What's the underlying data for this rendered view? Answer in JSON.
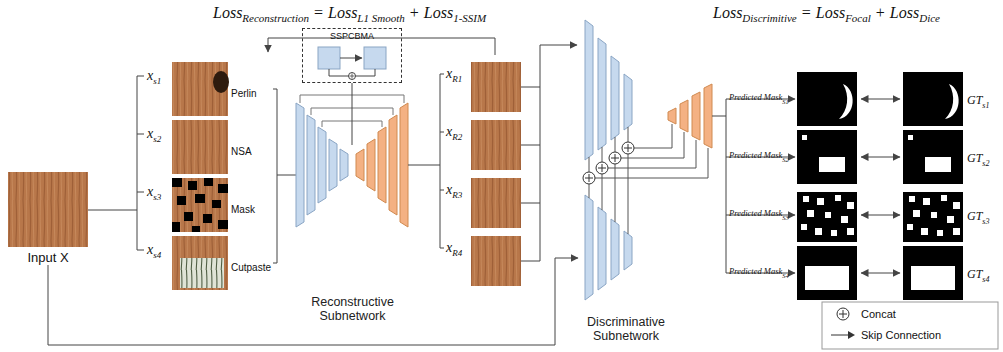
{
  "diagram": {
    "nodes": [
      {
        "text": [
          "Input X"
        ]
      },
      {
        "text": [
          "SSPCBMA"
        ]
      },
      {
        "text": [
          "Reconstructive Subnetwork"
        ]
      },
      {
        "text": [
          "Discriminative Subnetwork"
        ]
      }
    ],
    "edges": [
      {
        "from": 0,
        "to": 3,
        "arrow": "to"
      },
      {
        "from": 1,
        "to": 2,
        "arrow": "none"
      }
    ],
    "labels": [
      "Loss",
      "Reconstruction",
      "=",
      "Loss",
      "L1 Smooth",
      "+",
      "Loss",
      "1-SSIM",
      "Loss",
      "Discrimitive",
      "=",
      "Loss",
      "Focal",
      "+",
      "Loss",
      "Dice",
      "x",
      "s1",
      "x",
      "s2",
      "x",
      "s3",
      "x",
      "s4",
      "Perlin",
      "NSA",
      "Mask",
      "Cutpaste",
      "x",
      "R1",
      "x",
      "R2",
      "x",
      "R3",
      "x",
      "R4",
      "Predicted Mask",
      "S1",
      "Predicted Mask",
      "S2",
      "Predicted Mask",
      "S3",
      "Predicted Mask",
      "S4",
      "GT",
      "s1",
      "GT",
      "s2",
      "GT",
      "s3",
      "GT",
      "s4"
    ],
    "legend": [
      {
        "text": "Concat"
      },
      {
        "text": "Skip Connection"
      }
    ]
  }
}
